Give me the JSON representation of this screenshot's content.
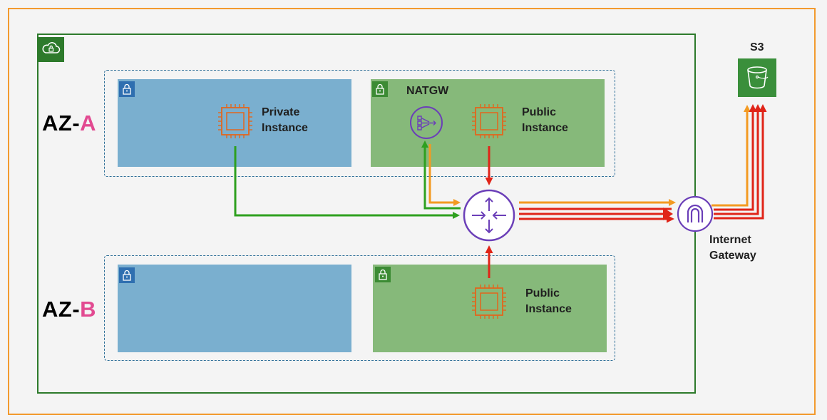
{
  "az_labels": {
    "a": {
      "prefix": "AZ-",
      "letter": "A"
    },
    "b": {
      "prefix": "AZ-",
      "letter": "B"
    }
  },
  "nodes": {
    "private_instance": {
      "line1": "Private",
      "line2": "Instance"
    },
    "public_instance_a": {
      "line1": "Public",
      "line2": "Instance"
    },
    "public_instance_b": {
      "line1": "Public",
      "line2": "Instance"
    },
    "nat_gateway": {
      "label": "NATGW"
    },
    "internet_gateway": {
      "line1": "Internet",
      "line2": "Gateway"
    },
    "s3": {
      "label": "S3"
    }
  },
  "icons": {
    "vpc": "cloud-lock-icon",
    "subnet": "lock-icon",
    "instance": "ec2-chip-icon",
    "nat": "nat-gateway-icon",
    "router": "router-icon",
    "igw": "internet-gateway-icon",
    "bucket": "s3-bucket-icon"
  },
  "colors": {
    "region_border": "#f29a2e",
    "vpc_border": "#2d7a2b",
    "private_subnet": "#7aafcf",
    "public_subnet": "#86b97a",
    "accent_letter": "#e24a91",
    "router_purple": "#6b3fb8",
    "instance_orange": "#e2661d",
    "arrow_green": "#2ea01f",
    "arrow_orange": "#f39a22",
    "arrow_red": "#e02418"
  }
}
